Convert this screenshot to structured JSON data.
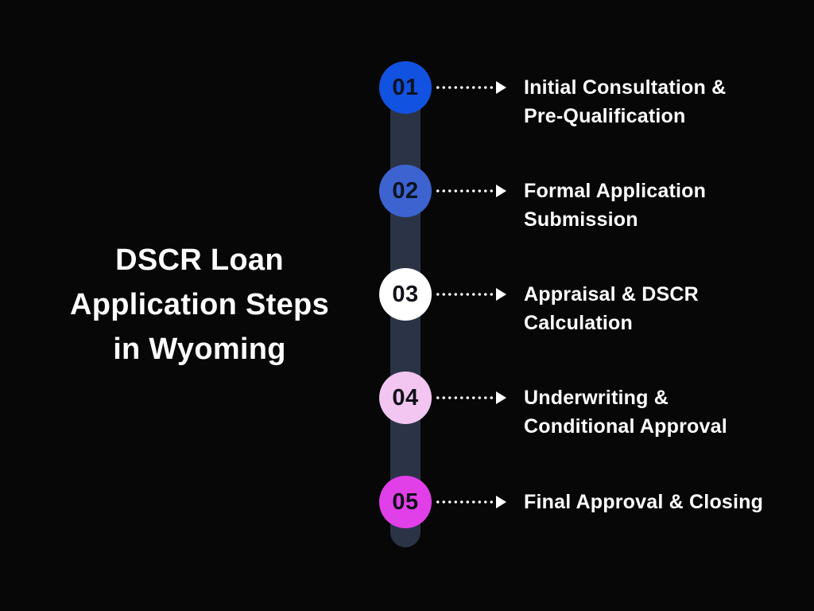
{
  "background": "#070708",
  "title": {
    "lines": [
      "DSCR Loan",
      "Application Steps",
      "in Wyoming"
    ],
    "color": "#ffffff"
  },
  "timeline": {
    "track_color": "#2b3447",
    "connector_color": "#ffffff"
  },
  "steps": [
    {
      "number": "01",
      "circle_color": "#1252e0",
      "number_color": "#0d1320",
      "label_line1": "Initial Consultation &",
      "label_line2": "Pre-Qualification"
    },
    {
      "number": "02",
      "circle_color": "#3d63d1",
      "number_color": "#0d1320",
      "label_line1": "Formal Application",
      "label_line2": "Submission"
    },
    {
      "number": "03",
      "circle_color": "#ffffff",
      "number_color": "#101018",
      "label_line1": "Appraisal & DSCR",
      "label_line2": "Calculation"
    },
    {
      "number": "04",
      "circle_color": "#f2c6f1",
      "number_color": "#101018",
      "label_line1": "Underwriting &",
      "label_line2": "Conditional Approval"
    },
    {
      "number": "05",
      "circle_color": "#e13fe8",
      "number_color": "#101018",
      "label_line1": "Final Approval & Closing",
      "label_line2": ""
    }
  ]
}
